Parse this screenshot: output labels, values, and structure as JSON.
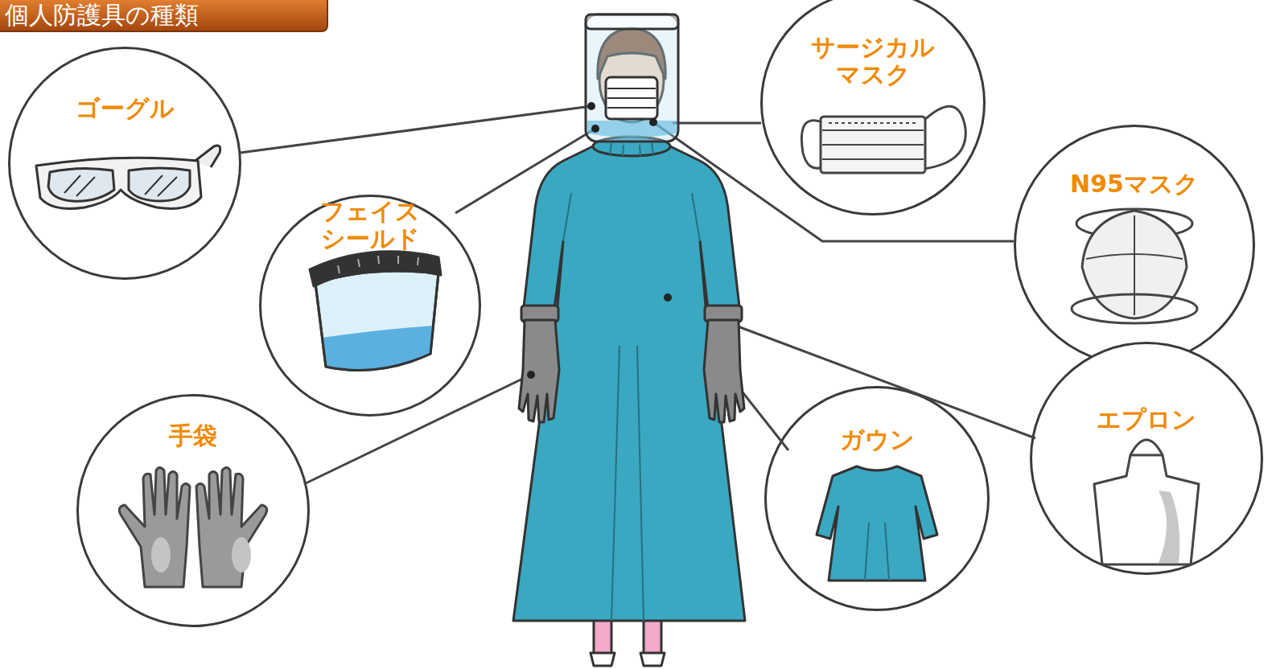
{
  "diagram": {
    "title": "個人防護具の種類",
    "nodes": [
      {
        "text": [
          "ゴーグル"
        ]
      },
      {
        "text": [
          "サージカル マスク"
        ]
      },
      {
        "text": [
          "フェイス シールド"
        ]
      },
      {
        "text": [
          "N95マスク"
        ]
      },
      {
        "text": [
          "手袋"
        ]
      },
      {
        "text": [
          "エプロン"
        ]
      },
      {
        "text": [
          "ガウン"
        ]
      }
    ]
  }
}
